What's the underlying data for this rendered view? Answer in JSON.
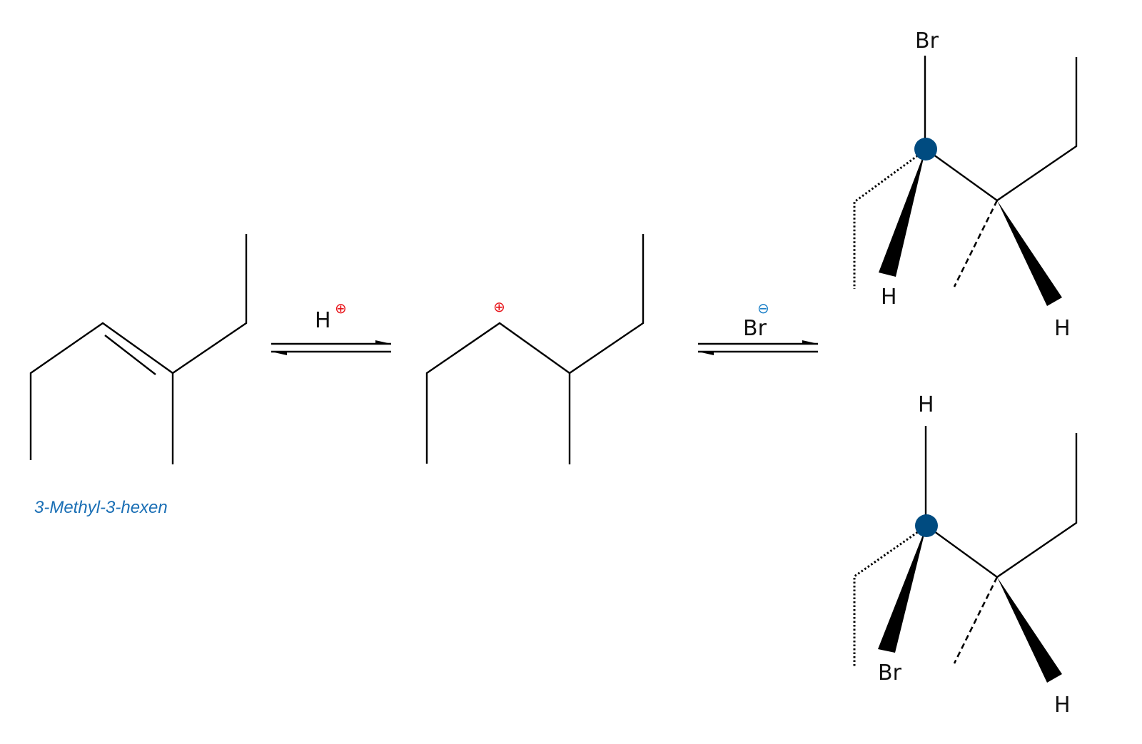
{
  "colors": {
    "name_label": "#1a6fb5",
    "positive_charge": "#e8151b",
    "negative_charge": "#1a7fc8",
    "stereocenter": "#004b80"
  },
  "reactant": {
    "name": "3-Methyl-3-hexen"
  },
  "step1": {
    "reagent": "H",
    "charge": "⊕"
  },
  "intermediate": {
    "charge": "⊕"
  },
  "step2": {
    "reagent": "Br",
    "charge": "⊖"
  },
  "product_top": {
    "top_label": "Br",
    "wedge_label": "H",
    "right_label": "H"
  },
  "product_bottom": {
    "top_label": "H",
    "wedge_label": "Br",
    "right_label": "H"
  }
}
